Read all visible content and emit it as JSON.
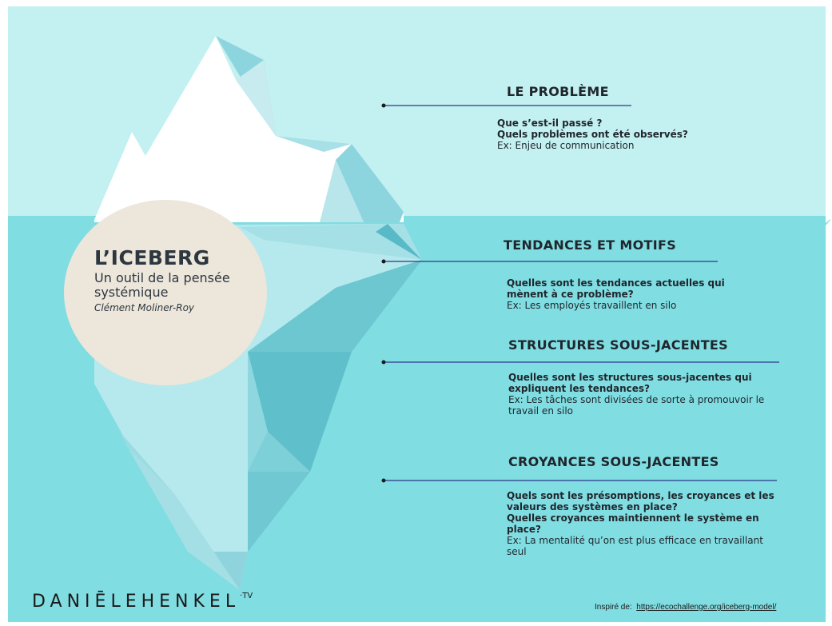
{
  "iceberg": {
    "title": "L’ICEBERG",
    "subtitle": "Un outil de la pensée systémique",
    "author": "Clément Moliner-Roy"
  },
  "sections": [
    {
      "title": "LE PROBLÈME",
      "questions": [
        "Que s’est-il passé ?",
        "Quels problèmes ont été observés?"
      ],
      "example": "Ex: Enjeu de communication"
    },
    {
      "title": "TENDANCES ET MOTIFS",
      "questions": [
        "Quelles sont les tendances actuelles qui mènent à ce problème?"
      ],
      "example": "Ex: Les employés travaillent en silo"
    },
    {
      "title": "STRUCTURES SOUS-JACENTES",
      "questions": [
        "Quelles sont les structures sous-jacentes qui expliquent les tendances?"
      ],
      "example": "Ex:  Les tâches sont divisées de sorte à promouvoir le travail en silo"
    },
    {
      "title": "CROYANCES SOUS-JACENTES",
      "questions": [
        "Quels sont les présomptions, les croyances et les valeurs des systèmes en place?",
        "Quelles croyances maintiennent le système en place?"
      ],
      "example": "Ex: La mentalité qu’on est plus efficace en travaillant seul"
    }
  ],
  "brand": {
    "name": "DANIĒLEHENKEL",
    "suffix": "·TV"
  },
  "credit": {
    "label": "Inspiré de:",
    "link": "https://ecochallenge.org/iceberg-model/"
  },
  "colors": {
    "sky": "#c3f0f1",
    "water": "#7fdde2",
    "ice_white": "#ffffff",
    "ice_light": "#b3e8ec",
    "ice_mid": "#8fd3db",
    "ice_dark": "#5cbcc8",
    "ice_deep": "#48aebd",
    "circle": "#ede6db",
    "line": "#2b3a8a"
  }
}
